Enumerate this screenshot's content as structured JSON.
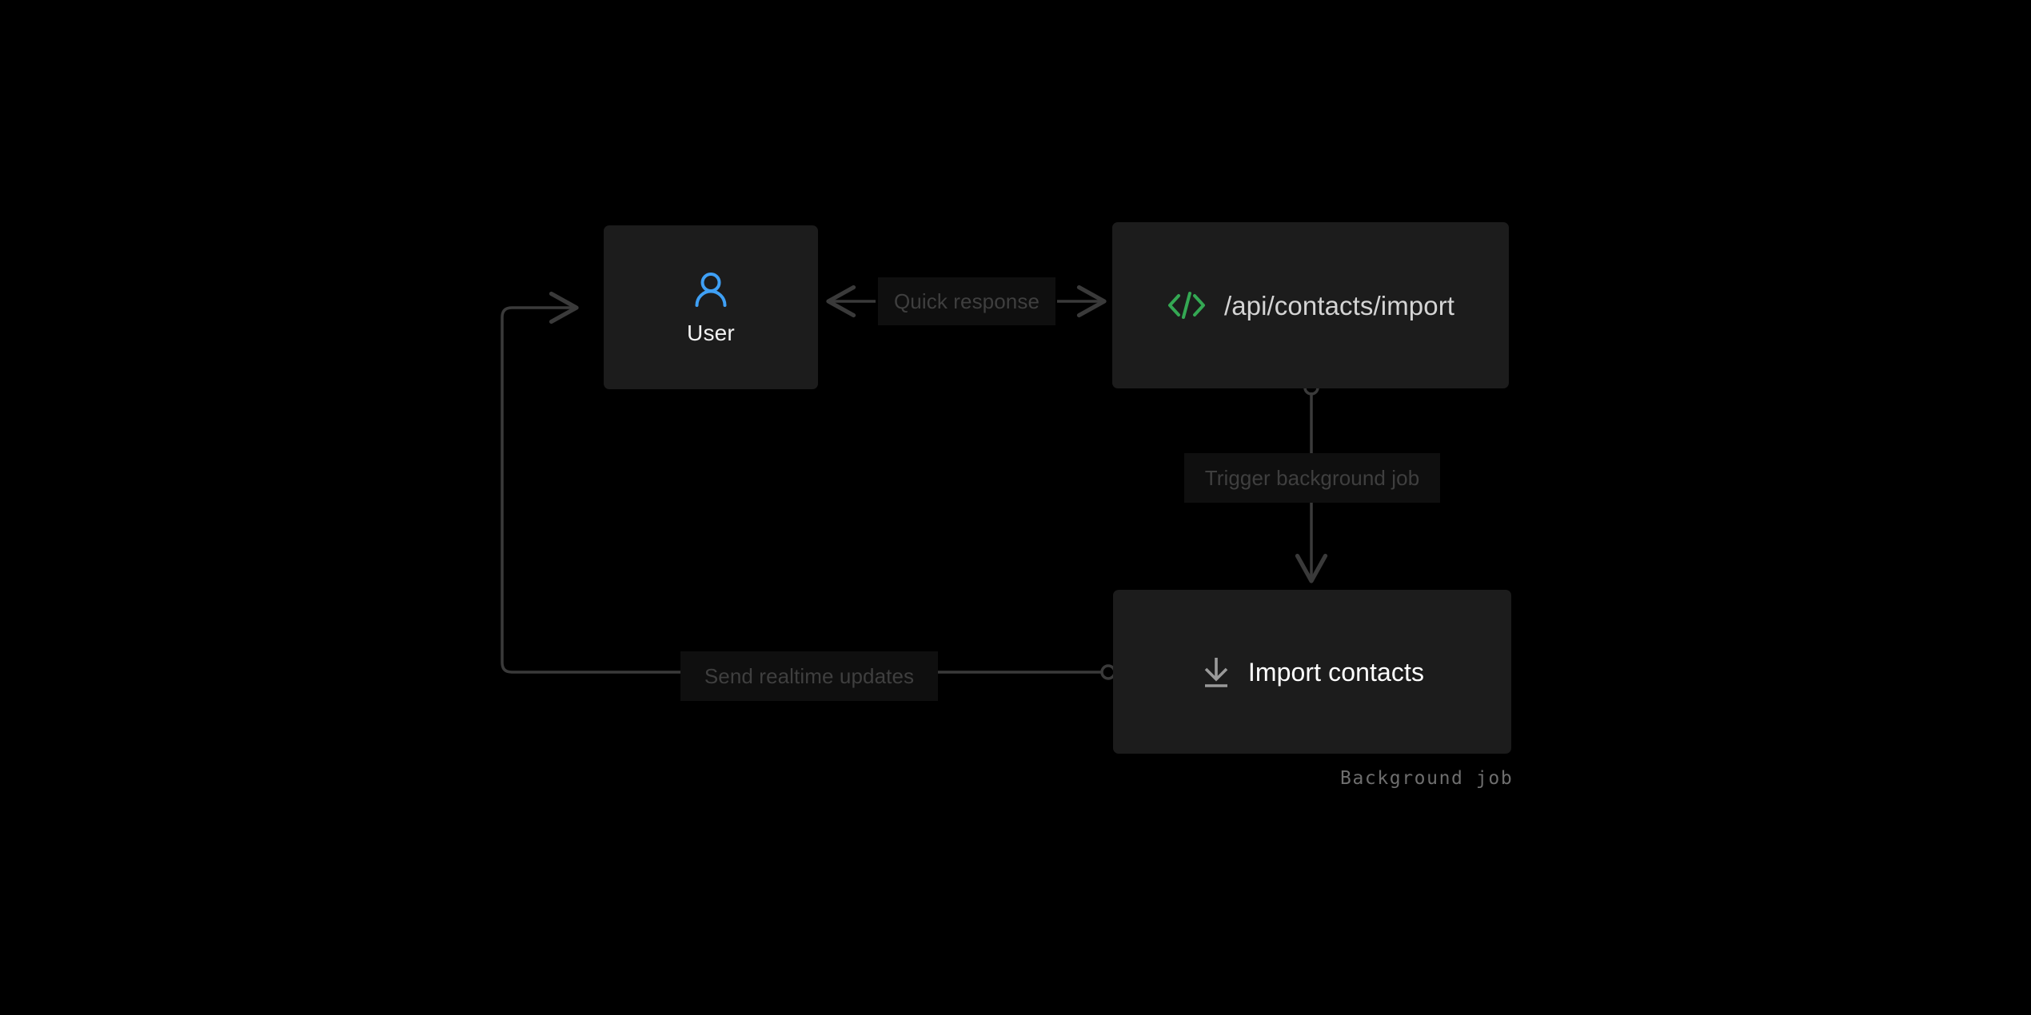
{
  "diagram": {
    "background_color": "#000000",
    "node_fill": "#1c1c1c",
    "edge_color": "#3a3a3a",
    "label_chip_color": "#0f0f0f",
    "label_text_color": "#3f3f3f",
    "nodes": [
      {
        "id": "user",
        "label": "User",
        "icon": "user-icon",
        "icon_color": "#3fa0f5",
        "text_color": "#f2f2f2",
        "icon_position": "above"
      },
      {
        "id": "api",
        "label": "/api/contacts/import",
        "icon": "code-brackets-icon",
        "icon_color": "#34a853",
        "text_color": "#d4d4d4",
        "icon_position": "left"
      },
      {
        "id": "job",
        "label": "Import contacts",
        "icon": "download-icon",
        "icon_color": "#9a9a9a",
        "text_color": "#ffffff",
        "icon_position": "left",
        "caption": "Background job"
      }
    ],
    "edges": [
      {
        "id": "user-api",
        "label": "Quick response",
        "from": "user",
        "to": "api",
        "direction": "bidirectional"
      },
      {
        "id": "api-job",
        "label": "Trigger background job",
        "from": "api",
        "to": "job",
        "direction": "down",
        "start_marker": "circle",
        "end_marker": "arrow"
      },
      {
        "id": "job-user",
        "label": "Send realtime updates",
        "from": "job",
        "to": "user",
        "direction": "left-loop",
        "start_marker": "circle",
        "end_marker": "arrow"
      }
    ]
  }
}
